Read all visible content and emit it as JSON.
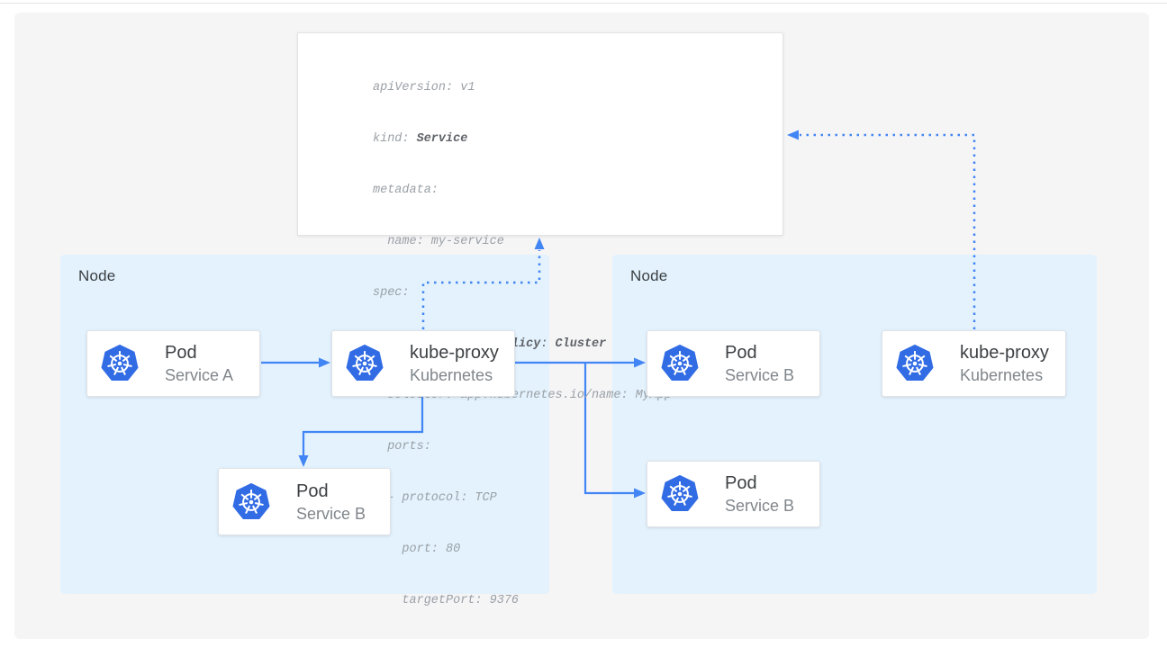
{
  "diagram": {
    "yaml_card": {
      "l01": "apiVersion: v1",
      "l02a": "kind: ",
      "l02b": "Service",
      "l03": "metadata:",
      "l04": "  name: my-service",
      "l05": "spec:",
      "l06a": "  ",
      "l06b": "internalTrafficPolicy",
      "l06c": ": ",
      "l06d": "Cluster",
      "l07": "  selector: app.kubernetes.io/name: MyApp",
      "l08": "  ports:",
      "l09": "  - protocol: TCP",
      "l10": "    port: 80",
      "l11": "    targetPort: 9376"
    },
    "nodes": {
      "left": {
        "label": "Node",
        "pod_a": {
          "title": "Pod",
          "subtitle": "Service A"
        },
        "kube_proxy": {
          "title": "kube-proxy",
          "subtitle": "Kubernetes"
        },
        "pod_b": {
          "title": "Pod",
          "subtitle": "Service B"
        }
      },
      "right": {
        "label": "Node",
        "pod_b_top": {
          "title": "Pod",
          "subtitle": "Service B"
        },
        "pod_b_bottom": {
          "title": "Pod",
          "subtitle": "Service B"
        },
        "kube_proxy": {
          "title": "kube-proxy",
          "subtitle": "Kubernetes"
        }
      }
    },
    "icons": {
      "kubernetes": "kubernetes-icon"
    },
    "colors": {
      "arrow_blue": "#4285f4",
      "node_bg": "#e3f2fd",
      "logo_blue": "#326ce5",
      "panel_bg": "#f5f5f6",
      "card_bg": "#ffffff",
      "yaml_text": "#9aa0a6",
      "yaml_bold": "#5f6368",
      "title_text": "#3c4043",
      "subtitle_text": "#80868b"
    }
  }
}
